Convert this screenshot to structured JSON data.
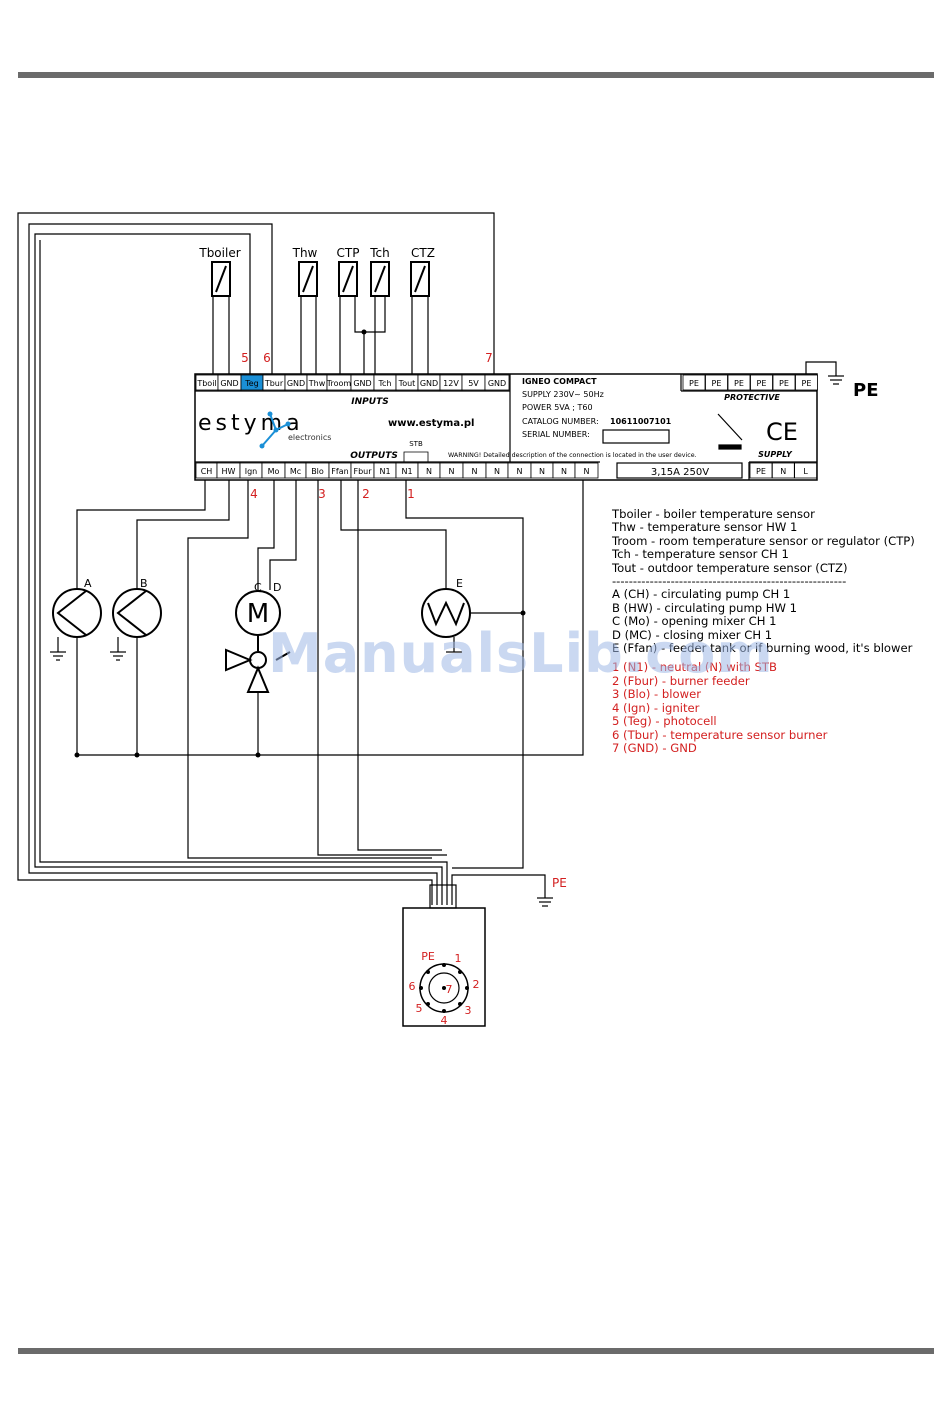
{
  "sensors": {
    "tboiler": "Tboiler",
    "thw": "Thw",
    "ctp": "CTP",
    "tch": "Tch",
    "ctz": "CTZ"
  },
  "input_terminals": [
    "Tboil",
    "GND",
    "Teg",
    "Tbur",
    "GND",
    "Thw",
    "Troom",
    "GND",
    "Tch",
    "Tout",
    "GND",
    "12V",
    "5V",
    "GND"
  ],
  "output_terminals": [
    "CH",
    "HW",
    "Ign",
    "Mo",
    "Mc",
    "Blo",
    "Ffan",
    "Fbur",
    "N1",
    "N1",
    "N",
    "N",
    "N",
    "N",
    "N",
    "N",
    "N",
    "N"
  ],
  "protective_terminals": [
    "PE",
    "PE",
    "PE",
    "PE",
    "PE",
    "PE"
  ],
  "supply_terminals": [
    "PE",
    "N",
    "L"
  ],
  "controller": {
    "inputs_label": "INPUTS",
    "outputs_label": "OUTPUTS",
    "protective_label": "PROTECTIVE",
    "supply_label": "SUPPLY",
    "stb_label": "STB",
    "brand": "estyma",
    "brand_sub": "electronics",
    "website": "www.estyma.pl",
    "model": "IGNEO COMPACT",
    "supply_line": "SUPPLY 230V~ 50Hz",
    "power_line": "POWER 5VA ; T60",
    "catalog_label": "CATALOG NUMBER:",
    "catalog_number": "10611007101",
    "serial_label": "SERIAL NUMBER:",
    "warning": "WARNING! Detailed description of the connection is located in the user device.",
    "fuse": "3,15A  250V",
    "ce_mark": "CE"
  },
  "pe_label": "PE",
  "pe_label_small": "PE",
  "red_markers": {
    "m5": "5",
    "m6": "6",
    "m7": "7",
    "m4": "4",
    "m3": "3",
    "m2": "2",
    "m1": "1"
  },
  "devices": {
    "a": "A",
    "b": "B",
    "c": "C",
    "d": "D",
    "e": "E",
    "motor": "M"
  },
  "connector": {
    "pe": "PE",
    "pins": [
      "1",
      "2",
      "3",
      "4",
      "5",
      "6",
      "7"
    ]
  },
  "legend": {
    "sensors": [
      "Tboiler - boiler temperature sensor",
      "Thw - temperature sensor HW 1",
      "Troom - room temperature sensor or regulator (CTP)",
      "Tch - temperature sensor CH 1",
      "Tout - outdoor temperature sensor (CTZ)"
    ],
    "separator": "--------------------------------------------------------",
    "devices": [
      "A (CH) - circulating pump CH 1",
      "B (HW) - circulating pump HW 1",
      "C (Mo) - opening mixer CH 1",
      "D (MC) - closing mixer CH 1",
      "E (Ffan) - feeder tank or if burning wood, it's blower"
    ],
    "burner": [
      "1 (N1) - neutral (N) with STB",
      "2 (Fbur) - burner feeder",
      "3 (Blo) - blower",
      "4 (Ign) - igniter",
      "5 (Teg) - photocell",
      "6 (Tbur) - temperature sensor burner",
      "7 (GND) - GND"
    ]
  },
  "watermark": "ManualsLib.com",
  "colors": {
    "red": "#d32020",
    "highlight_terminal": "#1a8fd6",
    "brand_blue": "#1a8fd6",
    "rule_gray": "#6b6b6b"
  }
}
